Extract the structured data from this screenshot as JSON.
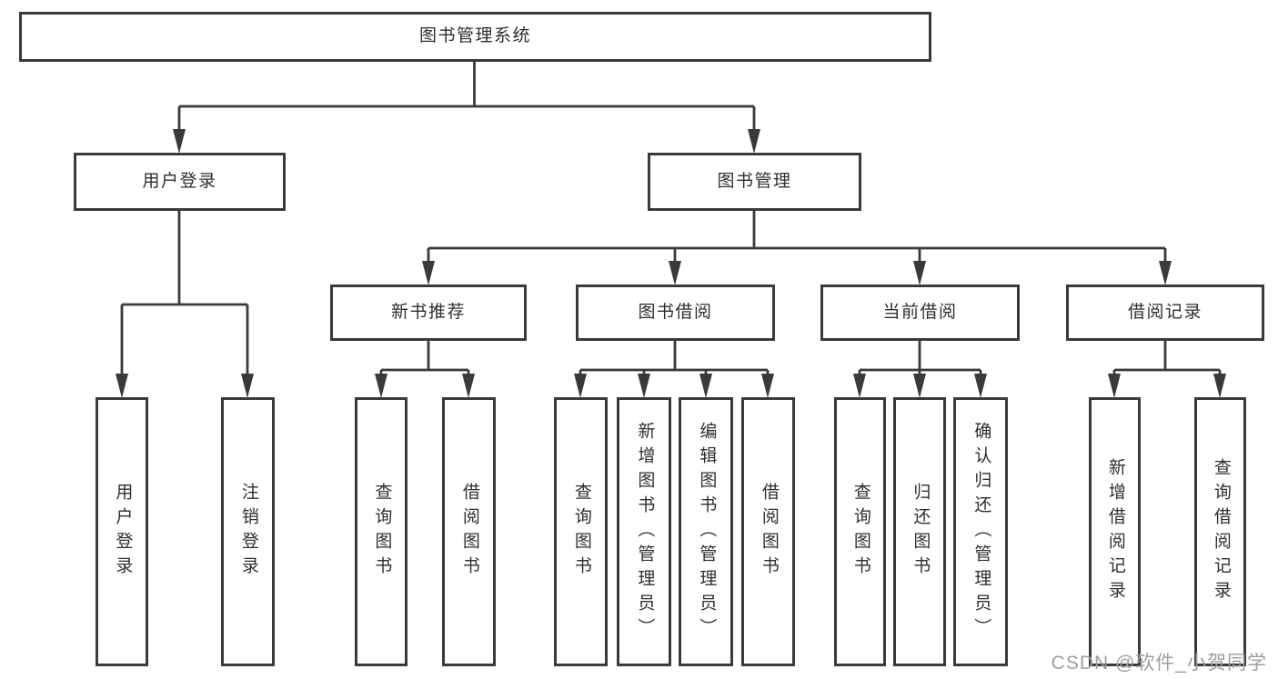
{
  "diagram": {
    "type": "hierarchy-tree",
    "title": "图书管理系统"
  },
  "colors": {
    "line": "#3a3a3a",
    "box_border": "#3a3a3a",
    "text": "#2f2f2f",
    "background": "#ffffff",
    "watermark": "#9e9e9e"
  },
  "nodes": {
    "system": "图书管理系统",
    "user_login": "用户登录",
    "book_mgmt": "图书管理",
    "new_book_rec": "新书推荐",
    "book_borrow": "图书借阅",
    "current_borrow": "当前借阅",
    "borrow_records": "借阅记录",
    "ul_user_login": "用户登录",
    "ul_logout": "注销登录",
    "nb_query_book": "查询图书",
    "nb_borrow_book": "借阅图书",
    "bb_query_book": "查询图书",
    "bb_add_book": "新增图书（管理员）",
    "bb_edit_book": "编辑图书（管理员）",
    "bb_borrow_book": "借阅图书",
    "cb_query_book": "查询图书",
    "cb_return_book": "归还图书",
    "cb_confirm_return": "确认归还（管理员）",
    "br_add_record": "新增借阅记录",
    "br_query_record": "查询借阅记录"
  },
  "watermark": "CSDN @软件_小贺同学"
}
